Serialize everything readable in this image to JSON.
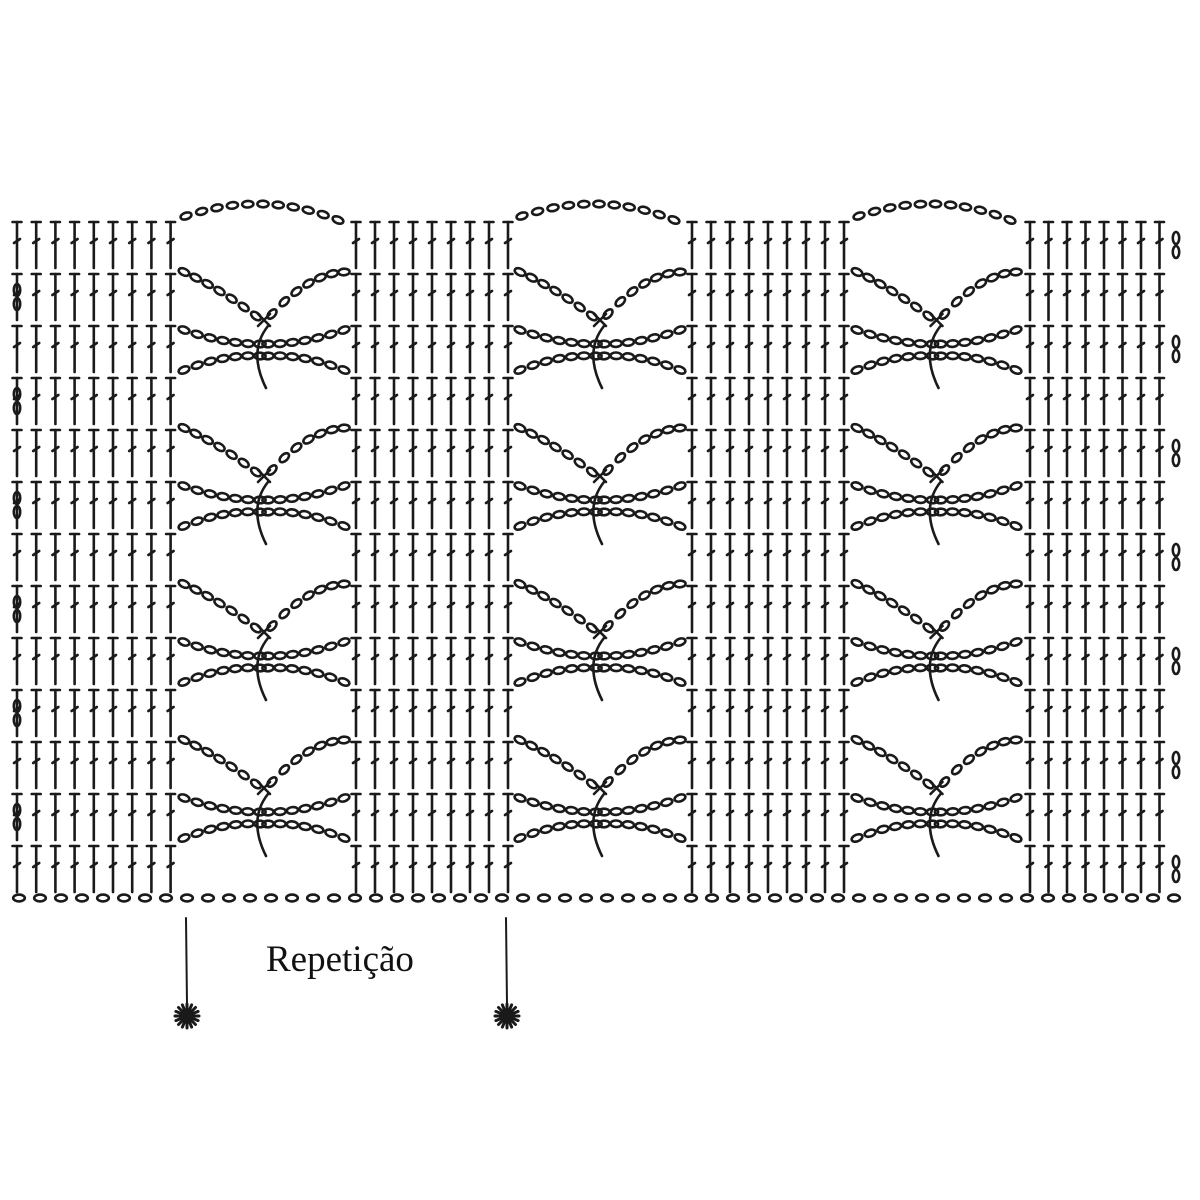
{
  "diagram": {
    "kind": "crochet-stitch-chart",
    "repeat_label": "Repetição",
    "ink_color": "#1a1a1a",
    "background_color": "#ffffff",
    "foundation_chain": {
      "stitch": "chain",
      "count": 56
    },
    "stitch_rows": 13,
    "fan_repeats": 3,
    "fan_tiers": 4,
    "column_stitch": "double-crochet",
    "fan_stitches": [
      "chain-arc",
      "single-crochet-x",
      "long-stitch"
    ],
    "repeat_markers": [
      {
        "name": "repeat-start",
        "symbol": "asterisk-icon"
      },
      {
        "name": "repeat-end",
        "symbol": "asterisk-icon"
      }
    ]
  }
}
